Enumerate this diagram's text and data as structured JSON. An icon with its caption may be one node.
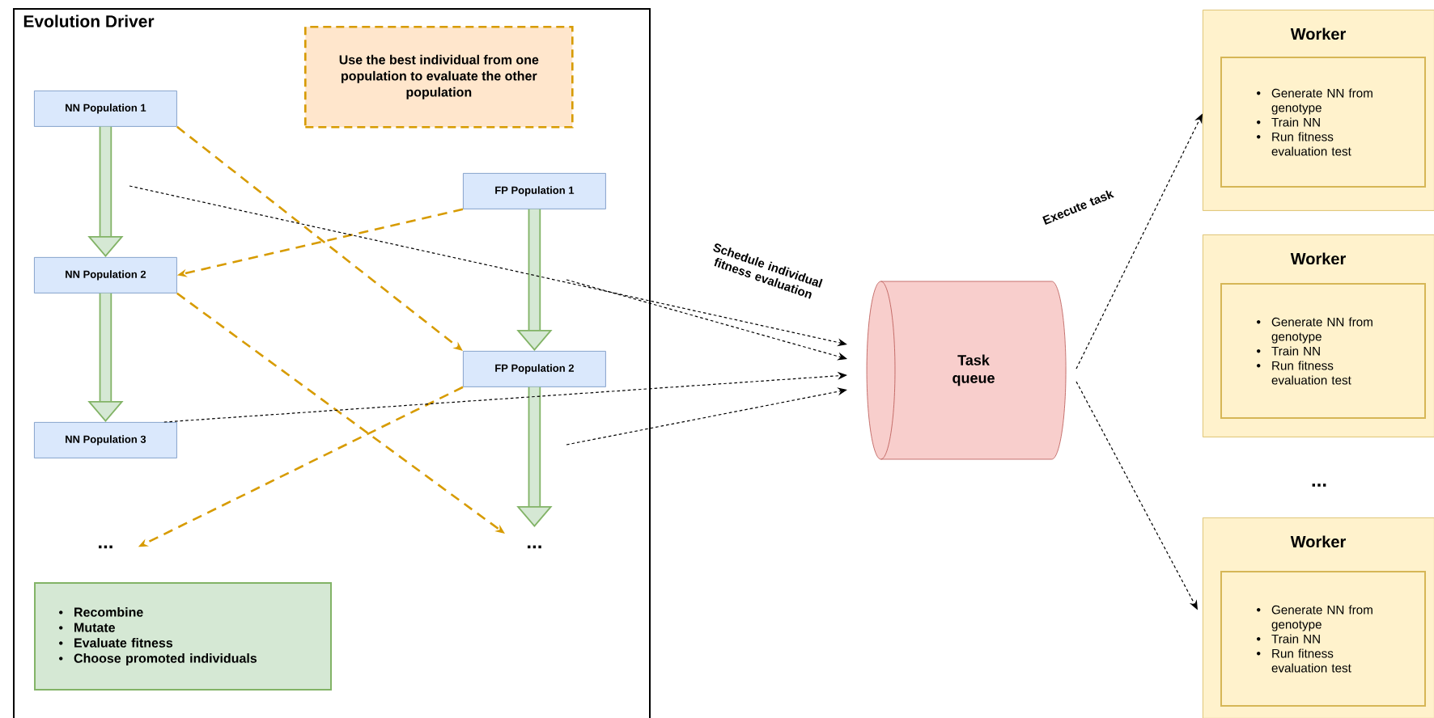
{
  "diagram": {
    "nodes": [
      {
        "text": [
          "Evolution Driver"
        ]
      },
      {
        "text": [
          "Use the best individual from one population to evaluate the other population"
        ],
        "in": 0
      },
      {
        "text": [
          "NN Population 1"
        ],
        "in": 0
      },
      {
        "text": [
          "FP Population 1"
        ],
        "in": 0
      },
      {
        "text": [
          "NN Population 2"
        ],
        "in": 0
      },
      {
        "text": [
          "FP Population 2"
        ],
        "in": 0
      },
      {
        "text": [
          "NN Population 3"
        ],
        "in": 0
      },
      {
        "text": [
          "..."
        ],
        "in": 0
      },
      {
        "text": [
          "..."
        ],
        "in": 0
      },
      {
        "text": [
          "Recombine",
          "Mutate",
          "Evaluate fitness",
          "Choose promoted individuals"
        ],
        "in": 0
      },
      {
        "text": [
          "Task queue"
        ]
      },
      {
        "text": [
          "Worker"
        ]
      },
      {
        "text": [
          "Generate NN from genotype",
          "Train NN",
          "Run fitness evaluation test"
        ],
        "in": 11
      },
      {
        "text": [
          "Worker"
        ]
      },
      {
        "text": [
          "Generate NN from genotype",
          "Train NN",
          "Run fitness evaluation test"
        ],
        "in": 13
      },
      {
        "text": [
          "Worker"
        ]
      },
      {
        "text": [
          "Generate NN from genotype",
          "Train NN",
          "Run fitness evaluation test"
        ],
        "in": 15
      }
    ],
    "edges": [
      {
        "from": 2,
        "to": 4,
        "arrow": "to",
        "style": "thick",
        "color": "#82b366"
      },
      {
        "from": 4,
        "to": 6,
        "arrow": "to",
        "style": "thick",
        "color": "#82b366"
      },
      {
        "from": 3,
        "to": 5,
        "arrow": "to",
        "style": "thick",
        "color": "#82b366"
      },
      {
        "from": 5,
        "to": 8,
        "arrow": "to",
        "style": "thick",
        "color": "#82b366"
      },
      {
        "from": 2,
        "to": 5,
        "arrow": "to",
        "style": "dashed",
        "color": "#d79b00"
      },
      {
        "from": 3,
        "to": 4,
        "arrow": "to",
        "style": "dashed",
        "color": "#d79b00"
      },
      {
        "from": 4,
        "to": 8,
        "arrow": "to",
        "style": "dashed",
        "color": "#d79b00"
      },
      {
        "from": 5,
        "to": 7,
        "arrow": "to",
        "style": "dashed",
        "color": "#d79b00"
      },
      {
        "from": null,
        "to": 10,
        "arrow": "to",
        "style": "dashed",
        "label": "Schedule individual fitness evaluation"
      },
      {
        "from": null,
        "to": 10,
        "arrow": "to",
        "style": "dashed"
      },
      {
        "from": 6,
        "to": 10,
        "arrow": "to",
        "style": "dashed"
      },
      {
        "from": null,
        "to": 10,
        "arrow": "to",
        "style": "dashed"
      },
      {
        "from": 10,
        "to": 11,
        "arrow": "to",
        "style": "dashed",
        "label": "Execute task"
      },
      {
        "from": 10,
        "to": 15,
        "arrow": "to",
        "style": "dashed"
      }
    ],
    "labels": [
      "..."
    ]
  }
}
